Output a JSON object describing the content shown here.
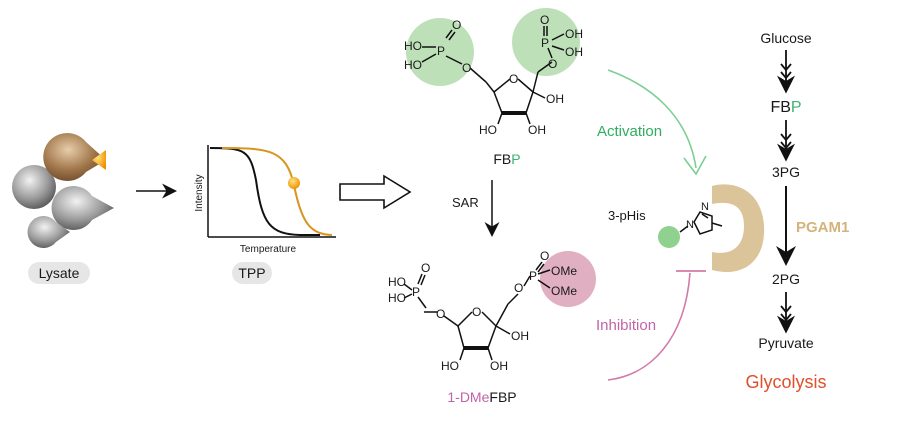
{
  "left": {
    "lysate_label": "Lysate",
    "tpp_label": "TPP",
    "plot_ylabel": "Intensity",
    "plot_xlabel": "Temperature"
  },
  "center": {
    "fbp_label_prefix": "FB",
    "fbp_label_p": "P",
    "sar_label": "SAR",
    "dme_label_prefix": "1-DMe",
    "dme_label_suffix": "FBP",
    "atoms": {
      "OH": "OH",
      "HO": "HO",
      "O": "O",
      "P": "P",
      "OMe": "OMe"
    }
  },
  "interaction": {
    "activation_label": "Activation",
    "inhibition_label": "Inhibition",
    "phis_label": "3-pHis",
    "n_label": "N",
    "enzyme_label": "PGAM1"
  },
  "pathway": {
    "glucose": "Glucose",
    "fbp_prefix": "FB",
    "fbp_p": "P",
    "pg3": "3PG",
    "pg2": "2PG",
    "pyruvate": "Pyruvate",
    "title": "Glycolysis"
  },
  "colors": {
    "green": "#2fae5e",
    "green_fill": "#a8d5a2",
    "pink": "#c064a8",
    "pink_fill": "#d99bb3",
    "orange": "#d8941e",
    "tan": "#dcc49a",
    "red_orange": "#e0502a",
    "pill": "#e6e6e6"
  }
}
